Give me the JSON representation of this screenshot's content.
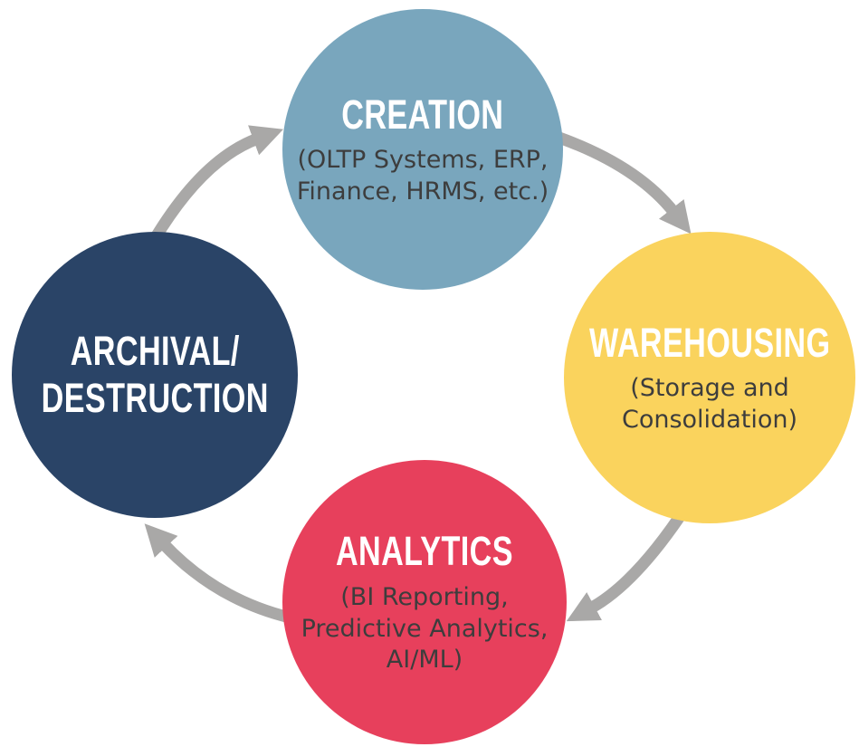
{
  "diagram": {
    "background": "#ffffff",
    "arrow_color": "#a9a8a7",
    "arrows": [
      {
        "from": "creation",
        "to": "warehousing"
      },
      {
        "from": "warehousing",
        "to": "analytics"
      },
      {
        "from": "analytics",
        "to": "archival-destruction"
      },
      {
        "from": "archival-destruction",
        "to": "creation"
      }
    ],
    "nodes": [
      {
        "id": "creation",
        "title_lines": [
          "CREATION"
        ],
        "subtitle_lines": [
          "(OLTP Systems, ERP,",
          "Finance, HRMS, etc.)"
        ],
        "fill": "#79a6bd",
        "title_color": "#ffffff",
        "subtitle_color": "#3d3d3d"
      },
      {
        "id": "warehousing",
        "title_lines": [
          "WAREHOUSING"
        ],
        "subtitle_lines": [
          "(Storage and",
          "Consolidation)"
        ],
        "fill": "#fad35d",
        "title_color": "#ffffff",
        "subtitle_color": "#3d3d3d"
      },
      {
        "id": "analytics",
        "title_lines": [
          "ANALYTICS"
        ],
        "subtitle_lines": [
          "(BI Reporting,",
          "Predictive Analytics,",
          "AI/ML)"
        ],
        "fill": "#e7405c",
        "title_color": "#ffffff",
        "subtitle_color": "#3d3d3d"
      },
      {
        "id": "archival-destruction",
        "title_lines": [
          "ARCHIVAL/",
          "DESTRUCTION"
        ],
        "subtitle_lines": [],
        "fill": "#2a4467",
        "title_color": "#ffffff",
        "subtitle_color": "#3d3d3d"
      }
    ]
  }
}
